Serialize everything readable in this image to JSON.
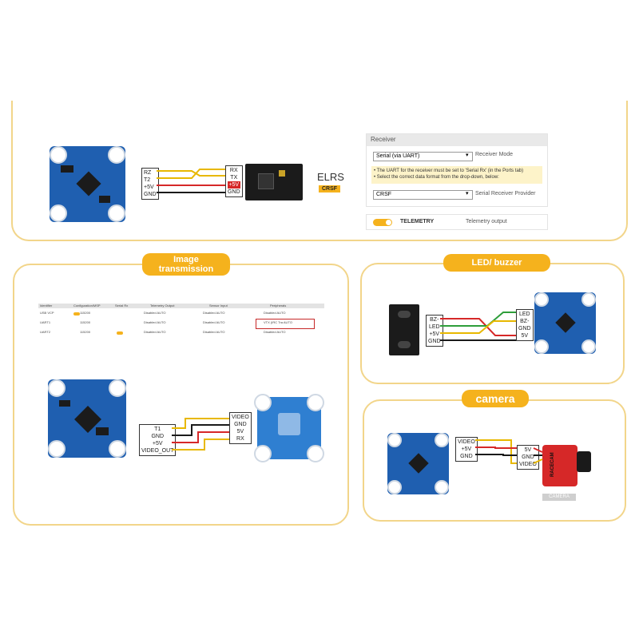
{
  "elrs_section": {
    "fc_pins": [
      "RZ",
      "T2",
      "+5V",
      "GND"
    ],
    "rx_pins": [
      "RX",
      "TX",
      "+5V",
      "GND"
    ],
    "receiver_name": "ELRS",
    "receiver_badge": "CRSF"
  },
  "receiver_config": {
    "header": "Receiver",
    "mode_select": "Serial (via UART)",
    "mode_label": "Receiver Mode",
    "note_line1": "• The UART for the receiver must be set to 'Serial Rx' (in the Ports tab)",
    "note_line2": "• Select the correct data format from the drop-down, below:",
    "provider_select": "CRSF",
    "provider_label": "Serial Receiver Provider",
    "telemetry_label": "TELEMETRY",
    "telemetry_desc": "Telemetry output"
  },
  "image_transmission": {
    "title_line1": "Image",
    "title_line2": "transmission",
    "ports_table": {
      "headers": [
        "Identifier",
        "Configuration/MSP",
        "Serial Rx",
        "Telemetry Output",
        "Sensor Input",
        "Peripherals"
      ],
      "rows": [
        [
          "USB VCP",
          "115200",
          "",
          "Disabled  AUTO",
          "Disabled  AUTO",
          "Disabled  AUTO"
        ],
        [
          "UART1",
          "115200",
          "",
          "Disabled  AUTO",
          "Disabled  AUTO",
          "VTX (IRC Tra  AUTO"
        ],
        [
          "UART2",
          "115200",
          "",
          "Disabled  AUTO",
          "Disabled  AUTO",
          "Disabled  AUTO"
        ]
      ]
    },
    "fc_pins": [
      "T1",
      "GND",
      "+5V",
      "VIDEO_OUT"
    ],
    "vtx_pins": [
      "VIDEO",
      "GND",
      "5V",
      "RX"
    ]
  },
  "led_buzzer": {
    "title": "LED/ buzzer",
    "module_pins": [
      "BZ-",
      "LED",
      "+5V",
      "GND"
    ],
    "fc_pins": [
      "LED",
      "BZ-",
      "GND",
      "5V"
    ]
  },
  "camera": {
    "title": "camera",
    "fc_pins": [
      "VIDEO",
      "+5V",
      "GND"
    ],
    "cam_pins": [
      "5V",
      "GND",
      "VIDEO"
    ],
    "camera_caption": "CAMERA",
    "camera_brand": "RACECAM"
  },
  "colors": {
    "accent": "#f5b21d",
    "panel_border": "#f2d58a",
    "board_blue": "#1f5fb0",
    "wire_red": "#d62828",
    "wire_black": "#1a1a1a",
    "wire_yellow": "#e8b800",
    "wire_green": "#2e9e3a"
  }
}
